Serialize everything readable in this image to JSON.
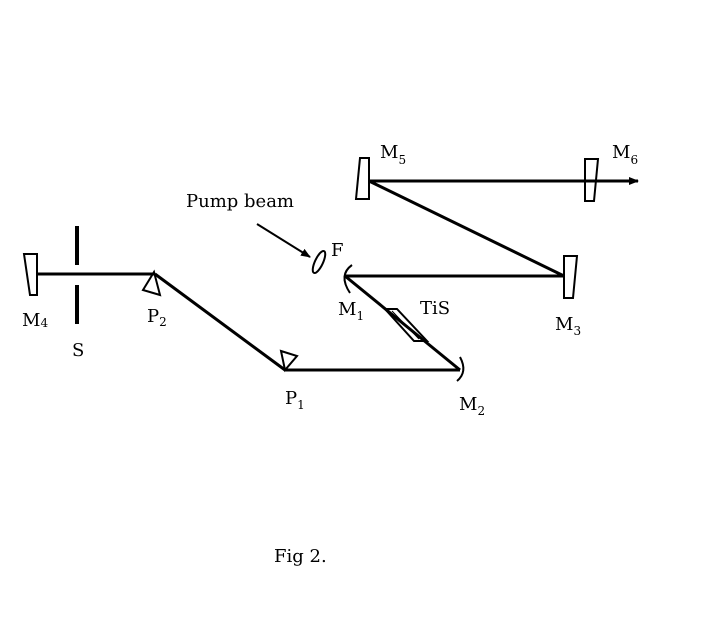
{
  "labels": {
    "pump_beam": "Pump beam",
    "F": "F",
    "M1": {
      "main": "M",
      "sub": "1"
    },
    "M2": {
      "main": "M",
      "sub": "2"
    },
    "M3": {
      "main": "M",
      "sub": "3"
    },
    "M4": {
      "main": "M",
      "sub": "4"
    },
    "M5": {
      "main": "M",
      "sub": "5"
    },
    "M6": {
      "main": "M",
      "sub": "6"
    },
    "P1": {
      "main": "P",
      "sub": "1"
    },
    "P2": {
      "main": "P",
      "sub": "2"
    },
    "S": "S",
    "TiS": "TiS"
  },
  "caption": "Fig 2."
}
